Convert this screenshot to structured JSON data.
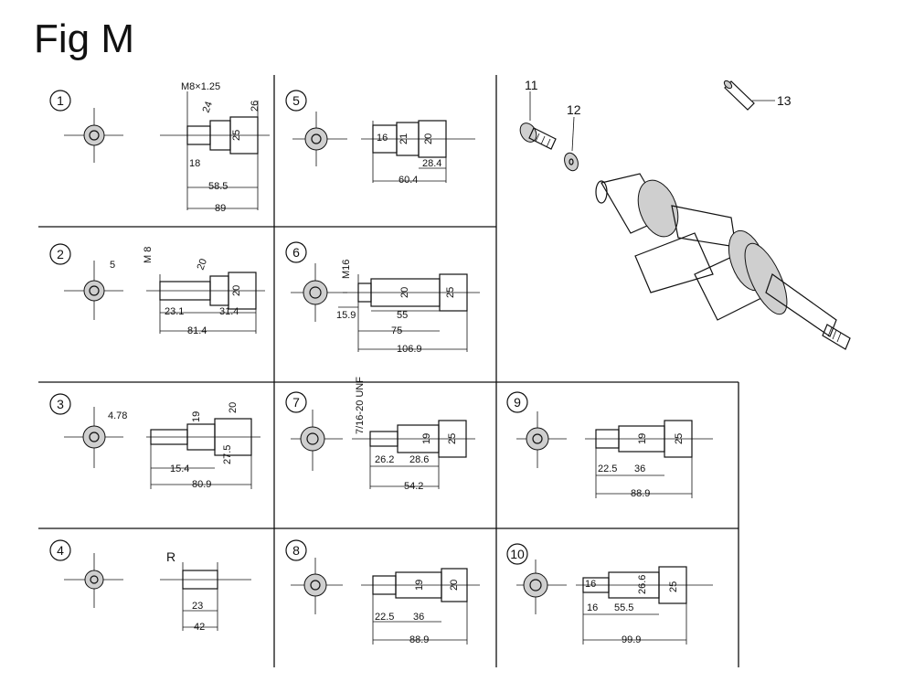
{
  "title": "Fig M",
  "crankshafts": [
    {
      "num": "1",
      "dims": [
        "M8×1.25",
        "24",
        "25",
        "26",
        "18",
        "58.5",
        "89"
      ]
    },
    {
      "num": "2",
      "dims": [
        "5",
        "M 8",
        "20",
        "20",
        "23.1",
        "31.4",
        "81.4"
      ]
    },
    {
      "num": "3",
      "dims": [
        "4.78",
        "19",
        "20",
        "15.4",
        "27.5",
        "80.9"
      ]
    },
    {
      "num": "4",
      "dims": [
        "R",
        "23",
        "42"
      ]
    },
    {
      "num": "5",
      "dims": [
        "16",
        "21",
        "20",
        "28.4",
        "60.4"
      ]
    },
    {
      "num": "6",
      "dims": [
        "M16",
        "20",
        "25",
        "15.9",
        "55",
        "75",
        "106.9"
      ]
    },
    {
      "num": "7",
      "dims": [
        "7/16-20 UNF",
        "19",
        "25",
        "26.2",
        "28.6",
        "54.2"
      ]
    },
    {
      "num": "8",
      "dims": [
        "19",
        "20",
        "22.5",
        "36",
        "88.9"
      ]
    },
    {
      "num": "9",
      "dims": [
        "19",
        "25",
        "22.5",
        "36",
        "88.9"
      ]
    },
    {
      "num": "10",
      "dims": [
        "16",
        "26.6",
        "25",
        "16",
        "55.5",
        "99.9"
      ]
    }
  ],
  "callouts": [
    "11",
    "12",
    "13"
  ]
}
